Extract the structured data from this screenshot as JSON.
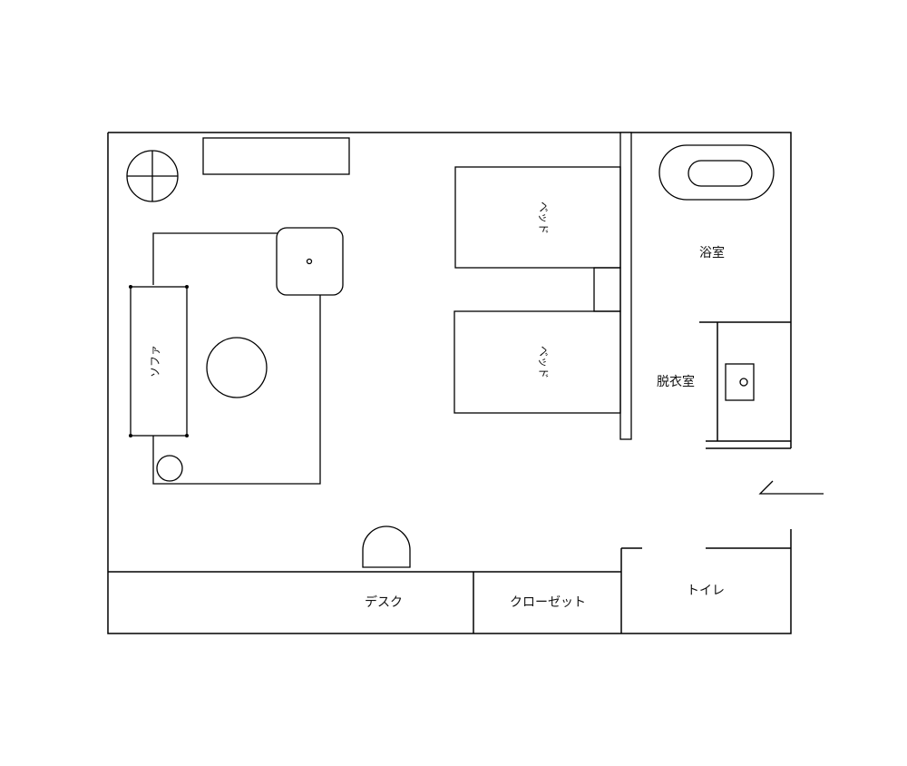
{
  "labels": {
    "bathroom": "浴室",
    "dressing_room": "脱衣室",
    "bed_1": "ベッド",
    "bed_2": "ベッド",
    "sofa": "ソファ",
    "desk": "デスク",
    "closet": "クローゼット",
    "toilet": "トイレ"
  }
}
